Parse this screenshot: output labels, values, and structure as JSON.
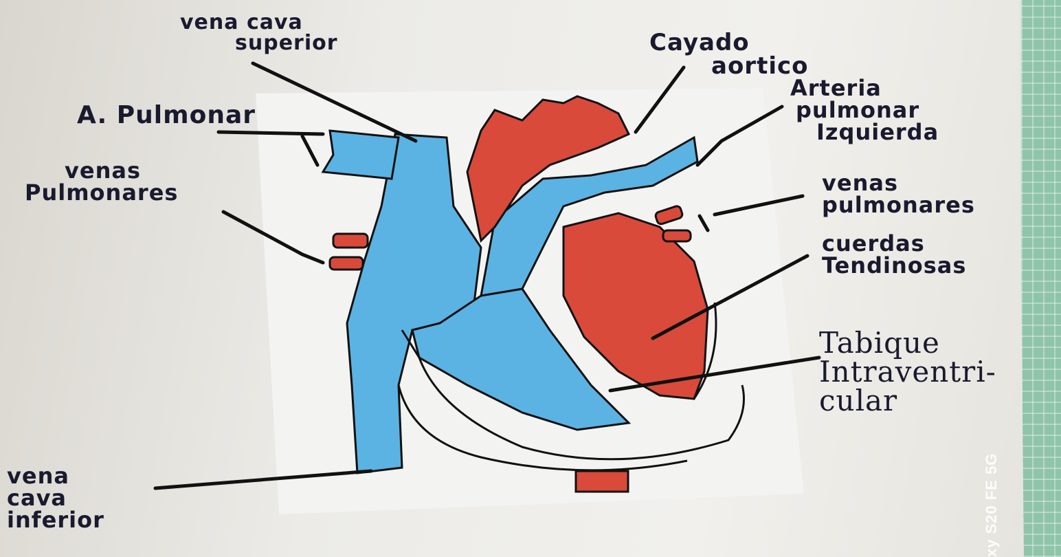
{
  "labels": {
    "vena_cava_superior": [
      "vena cava",
      "superior"
    ],
    "a_pulmonar": "A. Pulmonar",
    "venas_pulmonares_left": [
      "venas",
      "Pulmonares"
    ],
    "vena_cava_inferior": [
      "vena",
      "cava",
      "inferior"
    ],
    "cayado_aortico": [
      "Cayado",
      "aortico"
    ],
    "arteria_pulmonar_izquierda": [
      "Arteria",
      "pulmonar",
      "Izquierda"
    ],
    "venas_pulmonares_right": [
      "venas",
      "pulmonares"
    ],
    "cuerdas_tendinosas": [
      "cuerdas",
      "Tendinosas"
    ],
    "tabique_intraventricular": [
      "Tabique",
      "Intraventri-",
      "cular"
    ]
  },
  "watermark": "xy S20 FE 5G",
  "colors": {
    "deoxygenated_blue": "#5bb3e3",
    "oxygenated_red": "#d94a3b",
    "ink": "#111122"
  }
}
